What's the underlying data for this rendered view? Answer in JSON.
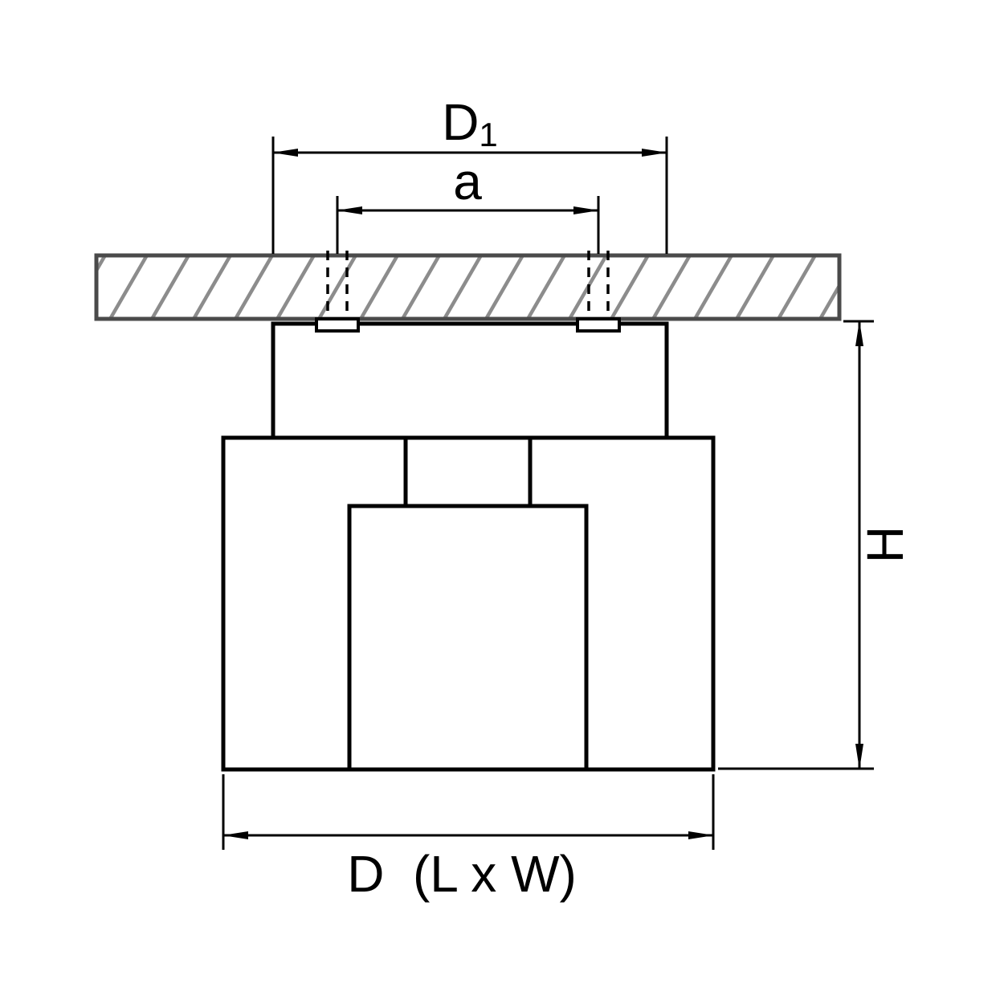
{
  "drawing": {
    "labels": {
      "d1_base": "D",
      "d1_sub": "1",
      "a": "a",
      "h": "H",
      "d": "D  (L x W)"
    },
    "colors": {
      "line": "#000000",
      "ceiling_outline": "#4a4a4a",
      "hatch": "#8c8c8c",
      "background": "#ffffff"
    }
  }
}
